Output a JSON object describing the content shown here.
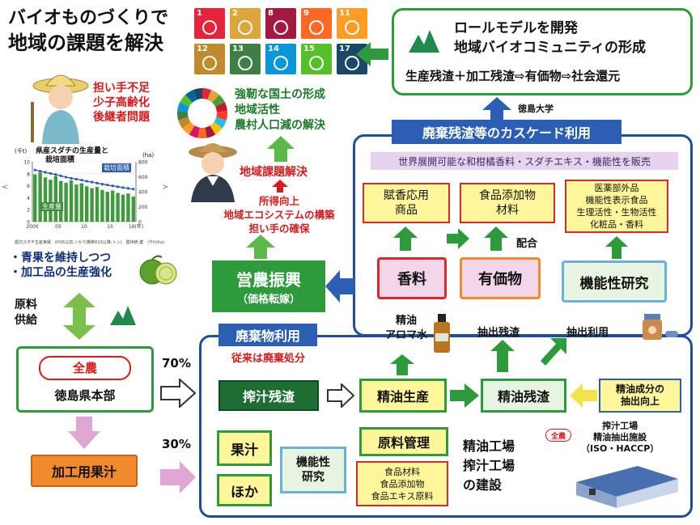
{
  "title": {
    "line1": "バイオものづくりで",
    "line2": "地域の課題を解決"
  },
  "farmer_issues": [
    "担い手不足",
    "少子高齢化",
    "後継者問題"
  ],
  "sdg_tiles": [
    {
      "num": "1",
      "color": "#e5243b"
    },
    {
      "num": "2",
      "color": "#dda63a"
    },
    {
      "num": "8",
      "color": "#a21942"
    },
    {
      "num": "9",
      "color": "#fd6925"
    },
    {
      "num": "11",
      "color": "#fd9d24"
    },
    {
      "num": "12",
      "color": "#bf8b2e"
    },
    {
      "num": "13",
      "color": "#3f7e44"
    },
    {
      "num": "14",
      "color": "#0a97d9"
    },
    {
      "num": "15",
      "color": "#56c02b"
    },
    {
      "num": "17",
      "color": "#19486a"
    }
  ],
  "goals": [
    "強靭な国土の形成",
    "地域活性",
    "農村人口減の解決"
  ],
  "regional": {
    "title": "地域課題解決",
    "lines": [
      "所得向上",
      "地域エコシステムの構築",
      "担い手の確保"
    ]
  },
  "chart": {
    "title_line1": "県産スダチの生産量と",
    "title_line2": "栽培面積",
    "unit_left": "(千t)",
    "unit_right": "(ha)",
    "legend_area": "栽培面積",
    "legend_prod": "生産量",
    "source": "農内スダチ生産実績　(H16以前:ンかり推移H15以降:トン)　農林統:業　(千t)(ha)",
    "nav_left": "<",
    "nav_right": ">"
  },
  "chart_data": {
    "type": "bar",
    "title": "県産スダチの生産量と栽培面積",
    "x_ticks": [
      "2000",
      "05",
      "10",
      "15",
      "19(年)"
    ],
    "y_left_ticks": [
      "10",
      "8",
      "6",
      "4",
      "2",
      "0"
    ],
    "y_right_ticks": [
      "800",
      "600",
      "400",
      "200",
      "0"
    ],
    "ylim_left": [
      0,
      10
    ],
    "ylim_right": [
      0,
      800
    ],
    "series": [
      {
        "name": "生産量",
        "values": [
          7.9,
          8.2,
          7.4,
          7.0,
          7.6,
          6.8,
          6.5,
          6.9,
          6.2,
          6.4,
          5.9,
          5.6,
          5.8,
          5.3,
          5.0,
          5.2,
          4.8,
          4.5,
          4.7,
          4.2
        ]
      },
      {
        "name": "栽培面積",
        "values": [
          690,
          675,
          660,
          645,
          630,
          612,
          595,
          580,
          568,
          555,
          540,
          528,
          515,
          502,
          490,
          478,
          466,
          455,
          445,
          435
        ]
      }
    ]
  },
  "left_notes": {
    "line1": "・青果を維持しつつ",
    "line2": "・加工品の生産強化"
  },
  "supply": {
    "line1": "原料",
    "line2": "供給"
  },
  "zennoh": {
    "logo": "全農",
    "name": "徳島県本部"
  },
  "juice_proc": "加工用果汁",
  "pct": {
    "p70": "70%",
    "p30": "30%"
  },
  "role": {
    "line1": "ロールモデルを開発",
    "line2": "地域バイオコミュニティの形成",
    "line3": "生産残渣＋加工残渣⇨有価物⇨社会還元"
  },
  "univ": "徳島大学",
  "cascade": {
    "title": "廃棄残渣等のカスケード利用",
    "subtitle": "世界展開可能な和柑橘香料・スダチエキス・機能性を販売"
  },
  "boxes": {
    "fragrance_prod": {
      "l1": "賦香応用",
      "l2": "商品"
    },
    "food_add": {
      "l1": "食品添加物",
      "l2": "材料"
    },
    "pharma": [
      "医薬部外品",
      "機能性表示食品",
      "生理活性・生物活性",
      "化粧品・香料"
    ],
    "blend": "配合",
    "fragrance": "香料",
    "valuable": "有価物",
    "func_research": "機能性研究"
  },
  "agri": {
    "line1": "営農振興",
    "line2": "（価格転嫁）"
  },
  "waste": {
    "title": "廃棄物利用",
    "note": "従来は廃棄処分"
  },
  "oil_label": {
    "l1": "精油",
    "l2": "アロマ水"
  },
  "extract_res": "抽出残渣",
  "extract_use": "抽出利用",
  "flow": {
    "juice_res": "搾汁残渣",
    "oil_prod": "精油生産",
    "oil_res": "精油残渣",
    "improve_l1": "精油成分の",
    "improve_l2": "抽出向上"
  },
  "bottom": {
    "juice": "果汁",
    "other": "ほか",
    "func_l1": "機能性",
    "func_l2": "研究",
    "material": "原料管理",
    "mat_items": [
      "食品材料",
      "食品添加物",
      "食品エキス原料"
    ],
    "plant_l1": "精油工場",
    "plant_l2": "搾汁工場",
    "plant_l3": "の建設"
  },
  "facility": {
    "logo": "全農",
    "l1": "搾汁工場",
    "l2": "精油抽出施設",
    "l3": "（ISO・HACCP）"
  }
}
